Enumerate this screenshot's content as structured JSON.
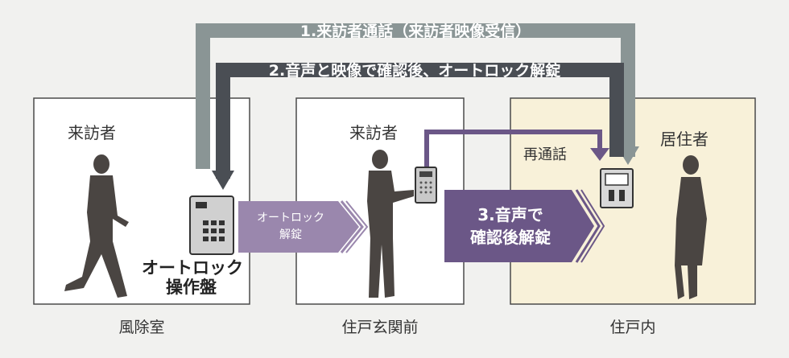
{
  "flow1_label": "1.来訪者通話（来訪者映像受信）",
  "flow2_label": "2.音声と映像で確認後、オートロック解錠",
  "rooms": {
    "windbreak": {
      "visitor_label": "来訪者",
      "caption": "風除室",
      "panel_label_line1": "オートロック",
      "panel_label_line2": "操作盤"
    },
    "entrance": {
      "visitor_label": "来訪者",
      "caption": "住戸玄関前"
    },
    "inside": {
      "resident_label": "居住者",
      "caption": "住戸内",
      "recall_label": "再通話"
    }
  },
  "arrow_unlock": {
    "line1": "オートロック",
    "line2": "解錠"
  },
  "arrow_step3": {
    "line1": "3.音声で",
    "line2": "確認後解錠"
  },
  "colors": {
    "flow1": "#8a9595",
    "flow2": "#4a4e54",
    "purple": "#6b5787",
    "purple_light": "#9a87ad",
    "room_fill_inside": "#f8f1d9",
    "room_fill": "#ffffff",
    "silhouette": "#4a4542"
  }
}
